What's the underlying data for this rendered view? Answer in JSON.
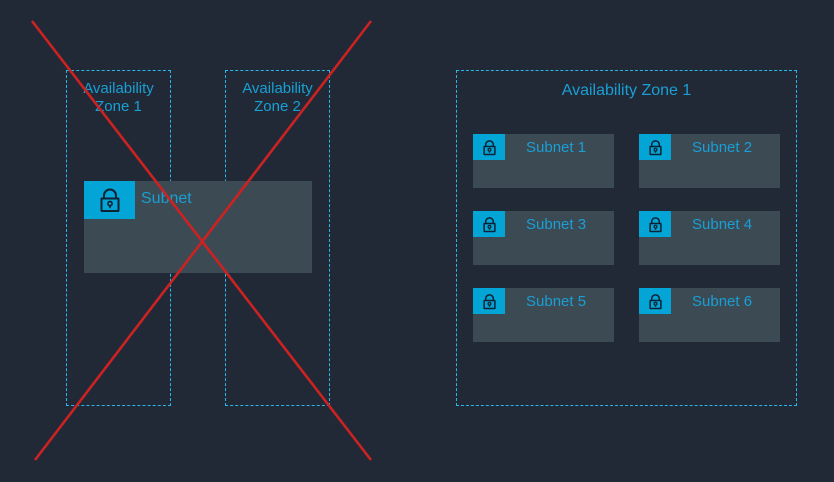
{
  "diagram": {
    "background_color": "#212936",
    "accent_color": "#1a9fd4",
    "dashed_border_color": "#29b6e8",
    "card_color": "#3c4a54",
    "icon_tile_color": "#03a5d7",
    "invalid_marker_color": "#cc2222"
  },
  "deprecated_group": {
    "marked_invalid": true,
    "zones": [
      {
        "title": "Availability\nZone 1",
        "name": "availability-zone-1"
      },
      {
        "title": "Availability\nZone 2",
        "name": "availability-zone-2"
      }
    ],
    "subnet": {
      "label": "Subnet",
      "icon": "lock-icon"
    }
  },
  "current_group": {
    "zone_title": "Availability Zone 1",
    "subnets": [
      {
        "label": "Subnet 1",
        "icon": "lock-icon"
      },
      {
        "label": "Subnet 2",
        "icon": "lock-icon"
      },
      {
        "label": "Subnet 3",
        "icon": "lock-icon"
      },
      {
        "label": "Subnet 4",
        "icon": "lock-icon"
      },
      {
        "label": "Subnet 5",
        "icon": "lock-icon"
      },
      {
        "label": "Subnet 6",
        "icon": "lock-icon"
      }
    ]
  }
}
